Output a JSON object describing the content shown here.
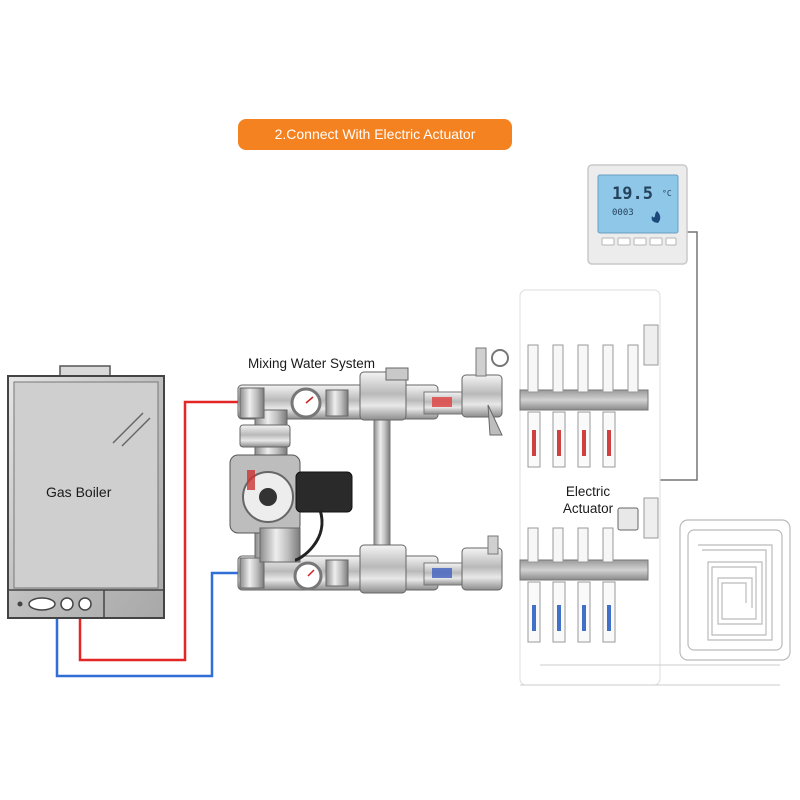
{
  "banner": {
    "text": "2.Connect With Electric Actuator"
  },
  "labels": {
    "mixing_water_system": "Mixing Water System",
    "gas_boiler": "Gas Boiler",
    "electric_actuator_line1": "Electric",
    "electric_actuator_line2": "Actuator"
  },
  "thermostat": {
    "temperature": "19.5",
    "unit": "°C",
    "code": "0003"
  },
  "colors": {
    "banner": "#F58220",
    "supply_pipe": "#E32626",
    "return_pipe": "#2F6FD6",
    "wire": "#777777",
    "thermostat_screen": "#8FC7E8"
  }
}
